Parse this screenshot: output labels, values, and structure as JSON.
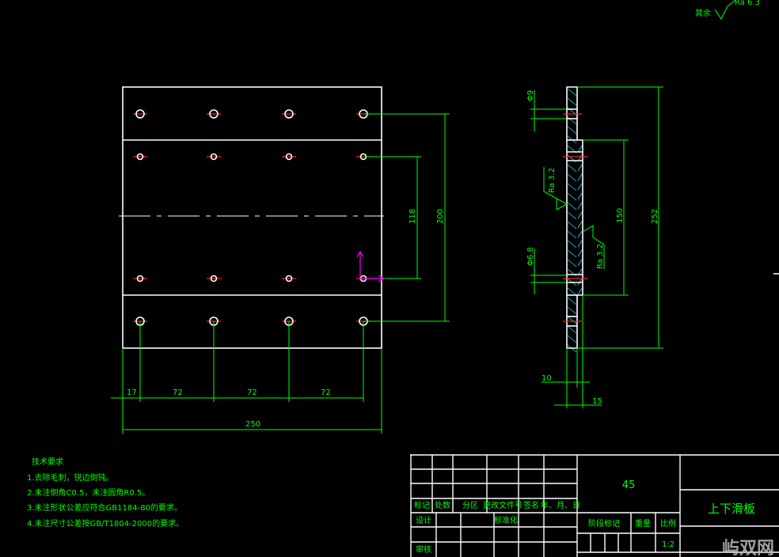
{
  "roughness_note": {
    "label": "其余",
    "value": "Ra 6.3"
  },
  "front_view": {
    "dims": {
      "d200": "200",
      "d118": "118",
      "d17": "17",
      "d72a": "72",
      "d72b": "72",
      "d72c": "72",
      "d250": "250"
    }
  },
  "side_view": {
    "dims": {
      "d252": "252",
      "d150": "150",
      "dia9": "Φ9",
      "dia68": "Φ6.8",
      "d10": "10",
      "d15": "15"
    },
    "roughness_left": "Ra 3.2",
    "roughness_right": "Ra 3.2"
  },
  "tech_requirements": {
    "title": "技术要求",
    "items": [
      "1.去除毛刺，锐边倒钝。",
      "2.未注倒角C0.5，未注圆角R0.5。",
      "3.未注形状公差应符合GB1184-80的要求。",
      "4.未注尺寸公差按GB/T1804-2000的要求。"
    ]
  },
  "title_block": {
    "headers": [
      "标记",
      "处数",
      "分区",
      "更改文件号",
      "签名",
      "年、月、日"
    ],
    "design": "设计",
    "standardize": "标准化",
    "review": "审核",
    "material": "45",
    "stage_mark": "阶段标记",
    "weight": "重量",
    "scale_label": "比例",
    "scale_value": "1:2",
    "part_name": "上下滑板"
  },
  "watermark": "屿双网"
}
